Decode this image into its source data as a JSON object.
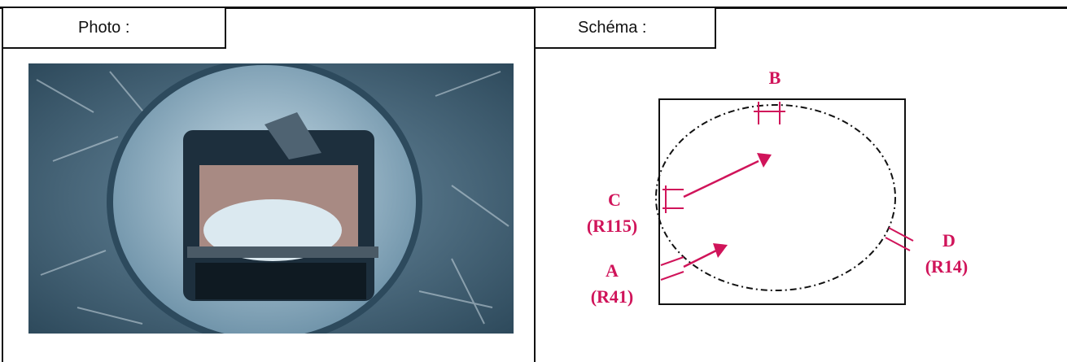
{
  "photo_panel": {
    "title": "Photo :"
  },
  "schema_panel": {
    "title": "Schéma :",
    "labels": {
      "b": "B",
      "c": "C",
      "c_ref": "(R115)",
      "a": "A",
      "a_ref": "(R41)",
      "d": "D",
      "d_ref": "(R14)"
    }
  },
  "colors": {
    "frame": "#111111",
    "annotation": "#d0145a",
    "outline": "#111111"
  }
}
